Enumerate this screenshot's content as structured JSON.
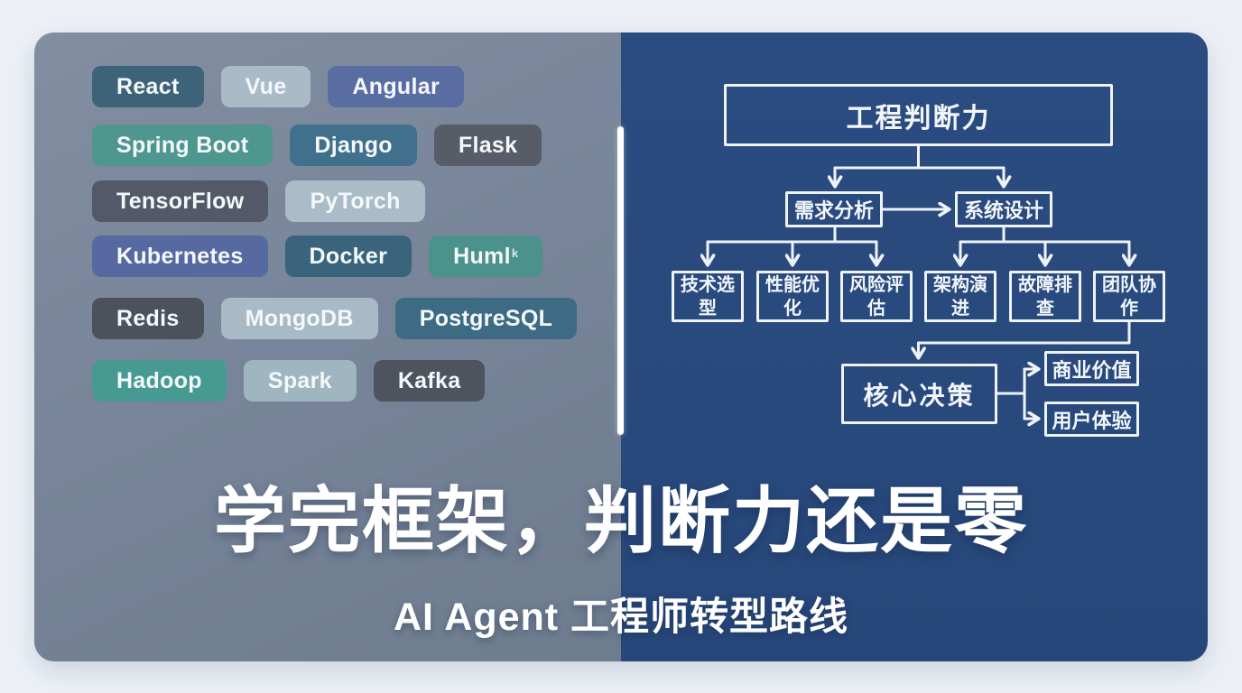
{
  "canvas": {
    "outer_background": "#edf1f7",
    "left_panel_color": "#78859a",
    "right_panel_color": "#2a4b7e",
    "flow_line_color": "#eef3fa",
    "divider_color": "#ffffff"
  },
  "headline": {
    "title": "学完框架，判断力还是零",
    "subtitle": "AI Agent 工程师转型路线"
  },
  "tech_tags": {
    "rows": [
      {
        "tags": [
          {
            "label": "React",
            "color": "#3c6377"
          },
          {
            "label": "Vue",
            "color": "#a9bbc6"
          },
          {
            "label": "Angular",
            "color": "#5a6da2"
          }
        ]
      },
      {
        "tags": [
          {
            "label": "Spring Boot",
            "color": "#4f968e"
          },
          {
            "label": "Django",
            "color": "#40708c"
          },
          {
            "label": "Flask",
            "color": "#575c66"
          }
        ]
      },
      {
        "tags": [
          {
            "label": "TensorFlow",
            "color": "#535968"
          },
          {
            "label": "PyTorch",
            "color": "#a9bcc7"
          }
        ]
      },
      {
        "tags": [
          {
            "label": "Kubernetes",
            "color": "#5669a0"
          },
          {
            "label": "Docker",
            "color": "#39647c"
          },
          {
            "label": "Huml",
            "glitch": "k",
            "color": "#4b928c"
          }
        ]
      },
      {
        "tags": [
          {
            "label": "Redis",
            "color": "#4b525c"
          },
          {
            "label": "MongoDB",
            "color": "#a7bac6"
          },
          {
            "label": "PostgreSQL",
            "color": "#3c6b83"
          }
        ]
      },
      {
        "tags": [
          {
            "label": "Hadoop",
            "color": "#479a92"
          },
          {
            "label": "Spark",
            "color": "#9fb5c0"
          },
          {
            "label": "Kafka",
            "color": "#4d545e"
          }
        ]
      }
    ]
  },
  "flowchart": {
    "root": "工程判断力",
    "level2": [
      {
        "label": "需求分析"
      },
      {
        "label": "系统设计"
      }
    ],
    "level3": [
      {
        "label": "技术选型"
      },
      {
        "label": "性能优化"
      },
      {
        "label": "风险评估"
      },
      {
        "label": "架构演进"
      },
      {
        "label": "故障排查"
      },
      {
        "label": "团队协作"
      }
    ],
    "decision": "核心决策",
    "outcomes": [
      {
        "label": "商业价值"
      },
      {
        "label": "用户体验"
      }
    ],
    "edges": [
      {
        "from": "工程判断力",
        "to": "需求分析"
      },
      {
        "from": "工程判断力",
        "to": "系统设计"
      },
      {
        "from": "需求分析",
        "to": "系统设计"
      },
      {
        "from": "需求分析",
        "to": "技术选型"
      },
      {
        "from": "需求分析",
        "to": "性能优化"
      },
      {
        "from": "需求分析",
        "to": "风险评估"
      },
      {
        "from": "系统设计",
        "to": "架构演进"
      },
      {
        "from": "系统设计",
        "to": "故障排查"
      },
      {
        "from": "系统设计",
        "to": "团队协作"
      },
      {
        "from": "团队协作",
        "to": "核心决策"
      },
      {
        "from": "核心决策",
        "to": "商业价值"
      },
      {
        "from": "核心决策",
        "to": "用户体验"
      }
    ]
  }
}
